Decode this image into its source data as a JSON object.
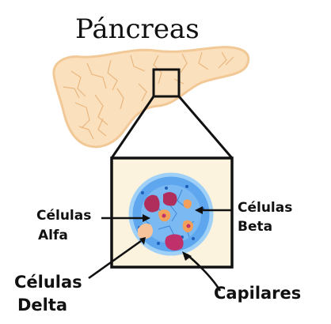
{
  "title": "Páncreas",
  "labels": {
    "alpha_line1": "Células",
    "alpha_line2": "Alfa",
    "beta_line1": "Células",
    "beta_line2": "Beta",
    "delta_line1": "Células",
    "delta_line2": "Delta",
    "capillaries": "Capilares"
  },
  "colors": {
    "pancreas_fill": "#fbe0bd",
    "pancreas_lines": "#e9b77f",
    "box_fill": "#fbf3dd",
    "islet_fill": "#6aaef0",
    "alpha_cell": "#b02e5c",
    "beta_cell": "#f3a05a",
    "delta_cell": "#f6c39a",
    "capillary": "#c0306b",
    "ink": "#111111"
  }
}
